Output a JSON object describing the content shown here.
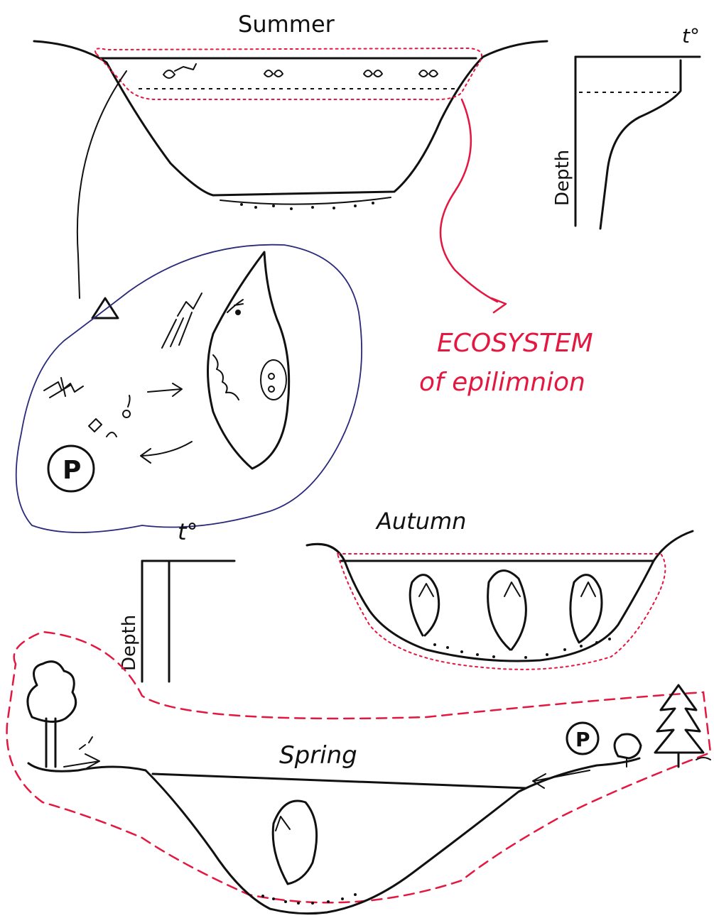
{
  "labels": {
    "summer": "Summer",
    "autumn": "Autumn",
    "spring": "Spring",
    "depth_top": "Depth",
    "depth_bottom": "Depth",
    "temp_top": "t°",
    "temp_bottom": "t°",
    "ecosystem_line1": "ECOSYSTEM",
    "ecosystem_line2": "of epilimnion",
    "p_inset": "P",
    "p_spring": "P"
  },
  "colors": {
    "ink": "#111111",
    "highlight": "#e3173f",
    "inset_outline": "#2a2a7a"
  },
  "icons": [
    "tree-icon",
    "pine-tree-icon",
    "bush-icon",
    "fish-icon",
    "circulation-arrow-icon"
  ]
}
